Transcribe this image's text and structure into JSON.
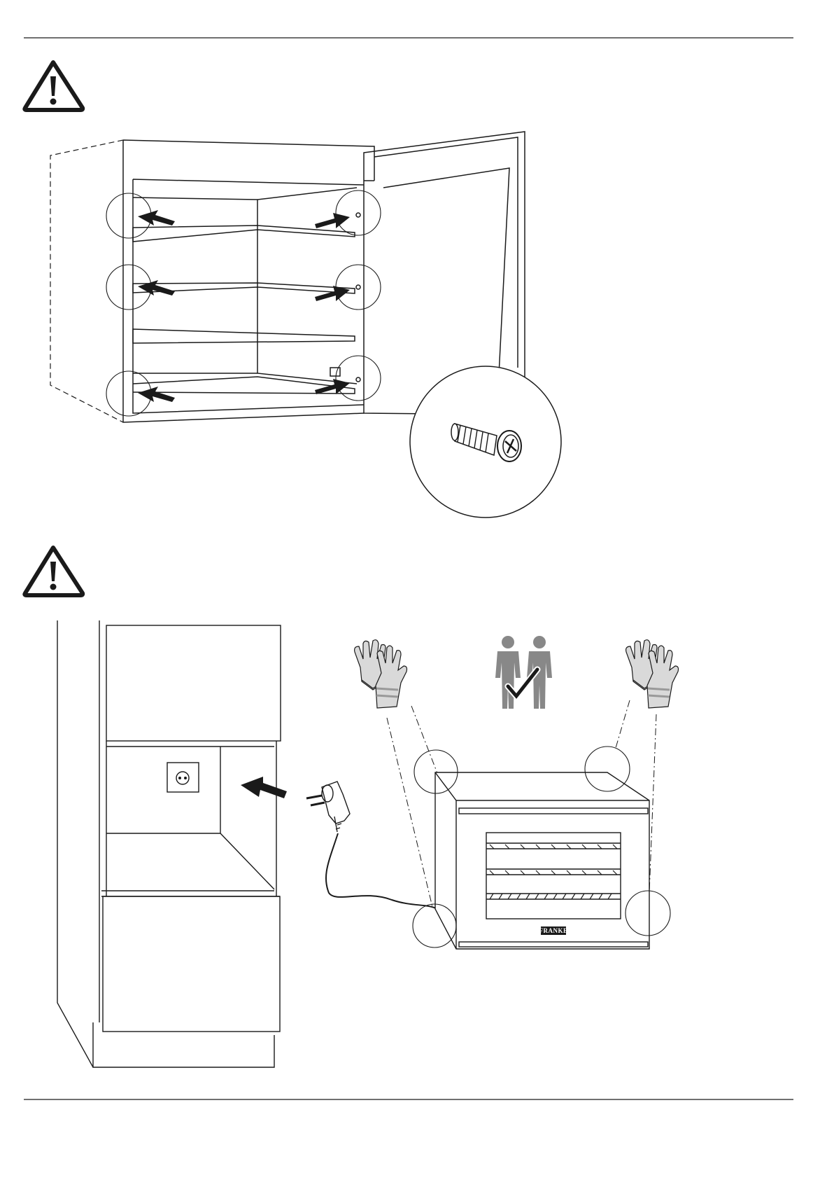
{
  "document": {
    "type": "installation-manual-page",
    "text_content": "none"
  },
  "figures": [
    {
      "id": "shelf-removal",
      "icons": [
        "warning-triangle-icon",
        "screw-icon",
        "arrow-icon"
      ]
    },
    {
      "id": "cabinet-installation",
      "icons": [
        "warning-triangle-icon",
        "gloves-icon",
        "two-persons-check-icon",
        "power-plug-icon",
        "wall-socket-icon",
        "arrow-icon"
      ],
      "appliance_brand": "FRANKE"
    }
  ],
  "colors": {
    "line": "#1a1a1a",
    "person_gray": "#888888",
    "glove_gray": "#cccccc",
    "brand_badge": "#1a1a1a"
  }
}
